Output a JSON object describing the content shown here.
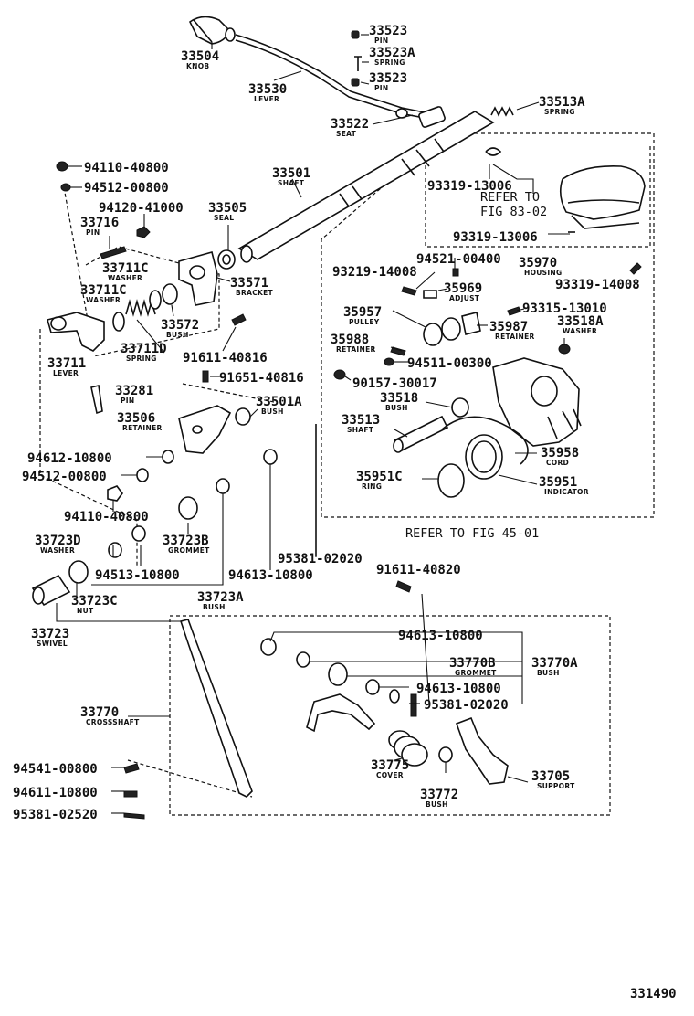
{
  "diagram": {
    "id_code": "331490",
    "references": {
      "fig_83_line1": "REFER TO",
      "fig_83_line2": "FIG 83-02",
      "fig_45": "REFER TO FIG 45-01"
    },
    "labels": [
      {
        "key": "p33504",
        "num": "33504",
        "name": "KNOB"
      },
      {
        "key": "p33523a",
        "num": "33523",
        "name": "PIN"
      },
      {
        "key": "p33523A",
        "num": "33523A",
        "name": "SPRING"
      },
      {
        "key": "p33523b",
        "num": "33523",
        "name": "PIN"
      },
      {
        "key": "p33530",
        "num": "33530",
        "name": "LEVER"
      },
      {
        "key": "p33513A",
        "num": "33513A",
        "name": "SPRING"
      },
      {
        "key": "p33522",
        "num": "33522",
        "name": "SEAT"
      },
      {
        "key": "p94110a",
        "num": "94110-40800",
        "name": ""
      },
      {
        "key": "p94512a",
        "num": "94512-00800",
        "name": ""
      },
      {
        "key": "p33501",
        "num": "33501",
        "name": "SHAFT"
      },
      {
        "key": "p94120",
        "num": "94120-41000",
        "name": ""
      },
      {
        "key": "p33505",
        "num": "33505",
        "name": "SEAL"
      },
      {
        "key": "p33716",
        "num": "33716",
        "name": "PIN"
      },
      {
        "key": "p33711C",
        "num": "33711C",
        "name": "WASHER"
      },
      {
        "key": "p33711Cb",
        "num": "33711C",
        "name": "WASHER"
      },
      {
        "key": "p33571",
        "num": "33571",
        "name": "BRACKET"
      },
      {
        "key": "p33572",
        "num": "33572",
        "name": "BUSH"
      },
      {
        "key": "p33711D",
        "num": "33711D",
        "name": "SPRING"
      },
      {
        "key": "p33711",
        "num": "33711",
        "name": "LEVER"
      },
      {
        "key": "p91611a",
        "num": "91611-40816",
        "name": ""
      },
      {
        "key": "p91651",
        "num": "91651-40816",
        "name": ""
      },
      {
        "key": "p33281",
        "num": "33281",
        "name": "PIN"
      },
      {
        "key": "p33501A",
        "num": "33501A",
        "name": "BUSH"
      },
      {
        "key": "p33506",
        "num": "33506",
        "name": "RETAINER"
      },
      {
        "key": "p94612",
        "num": "94612-10800",
        "name": ""
      },
      {
        "key": "p94512b",
        "num": "94512-00800",
        "name": ""
      },
      {
        "key": "p94110b",
        "num": "94110-40800",
        "name": ""
      },
      {
        "key": "p33723D",
        "num": "33723D",
        "name": "WASHER"
      },
      {
        "key": "p33723B",
        "num": "33723B",
        "name": "GROMMET"
      },
      {
        "key": "p94513",
        "num": "94513-10800",
        "name": ""
      },
      {
        "key": "p94613a",
        "num": "94613-10800",
        "name": ""
      },
      {
        "key": "p95381a",
        "num": "95381-02020",
        "name": ""
      },
      {
        "key": "p33723C",
        "num": "33723C",
        "name": "NUT"
      },
      {
        "key": "p33723A",
        "num": "33723A",
        "name": "BUSH"
      },
      {
        "key": "p33723",
        "num": "33723",
        "name": "SWIVEL"
      },
      {
        "key": "p93319a",
        "num": "93319-13006",
        "name": ""
      },
      {
        "key": "p93319b",
        "num": "93319-13006",
        "name": ""
      },
      {
        "key": "p94521",
        "num": "94521-00400",
        "name": ""
      },
      {
        "key": "p93219",
        "num": "93219-14008",
        "name": ""
      },
      {
        "key": "p35970",
        "num": "35970",
        "name": "HOUSING"
      },
      {
        "key": "p93319c",
        "num": "93319-14008",
        "name": ""
      },
      {
        "key": "p35969",
        "num": "35969",
        "name": "ADJUST"
      },
      {
        "key": "p35957",
        "num": "35957",
        "name": "PULLEY"
      },
      {
        "key": "p93315",
        "num": "93315-13010",
        "name": ""
      },
      {
        "key": "p35987",
        "num": "35987",
        "name": "RETAINER"
      },
      {
        "key": "p33518A",
        "num": "33518A",
        "name": "WASHER"
      },
      {
        "key": "p35988",
        "num": "35988",
        "name": "RETAINER"
      },
      {
        "key": "p94511",
        "num": "94511-00300",
        "name": ""
      },
      {
        "key": "p90157",
        "num": "90157-30017",
        "name": ""
      },
      {
        "key": "p33518",
        "num": "33518",
        "name": "BUSH"
      },
      {
        "key": "p33513",
        "num": "33513",
        "name": "SHAFT"
      },
      {
        "key": "p35958",
        "num": "35958",
        "name": "CORD"
      },
      {
        "key": "p35951C",
        "num": "35951C",
        "name": "RING"
      },
      {
        "key": "p35951",
        "num": "35951",
        "name": "INDICATOR"
      },
      {
        "key": "p91611b",
        "num": "91611-40820",
        "name": ""
      },
      {
        "key": "p94613b",
        "num": "94613-10800",
        "name": ""
      },
      {
        "key": "p33770B",
        "num": "33770B",
        "name": "GROMMET"
      },
      {
        "key": "p33770A",
        "num": "33770A",
        "name": "BUSH"
      },
      {
        "key": "p33770",
        "num": "33770",
        "name": "CROSSSHAFT"
      },
      {
        "key": "p94613c",
        "num": "94613-10800",
        "name": ""
      },
      {
        "key": "p95381b",
        "num": "95381-02020",
        "name": ""
      },
      {
        "key": "p94541",
        "num": "94541-00800",
        "name": ""
      },
      {
        "key": "p94611",
        "num": "94611-10800",
        "name": ""
      },
      {
        "key": "p95381c",
        "num": "95381-02520",
        "name": ""
      },
      {
        "key": "p33775",
        "num": "33775",
        "name": "COVER"
      },
      {
        "key": "p33705",
        "num": "33705",
        "name": "SUPPORT"
      },
      {
        "key": "p33772",
        "num": "33772",
        "name": "BUSH"
      }
    ]
  }
}
